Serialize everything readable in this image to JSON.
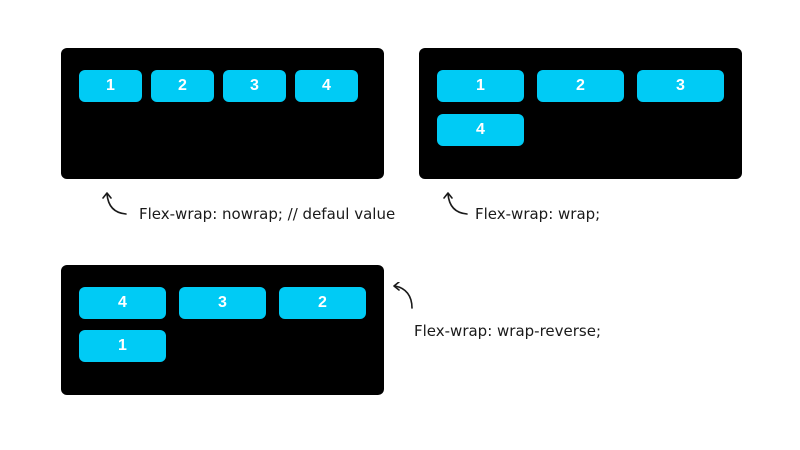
{
  "colors": {
    "panel": "#000000",
    "item": "#00cbf5",
    "item_text": "#ffffff"
  },
  "diagrams": [
    {
      "caption": "Flex-wrap: nowrap; // defaul value",
      "items": [
        "1",
        "2",
        "3",
        "4"
      ]
    },
    {
      "caption": "Flex-wrap: wrap;",
      "items": [
        "1",
        "2",
        "3",
        "4"
      ]
    },
    {
      "caption": "Flex-wrap: wrap-reverse;",
      "items": [
        "4",
        "3",
        "2",
        "1"
      ]
    }
  ],
  "icons": {
    "caption_pointer": "curved-arrow-icon"
  }
}
